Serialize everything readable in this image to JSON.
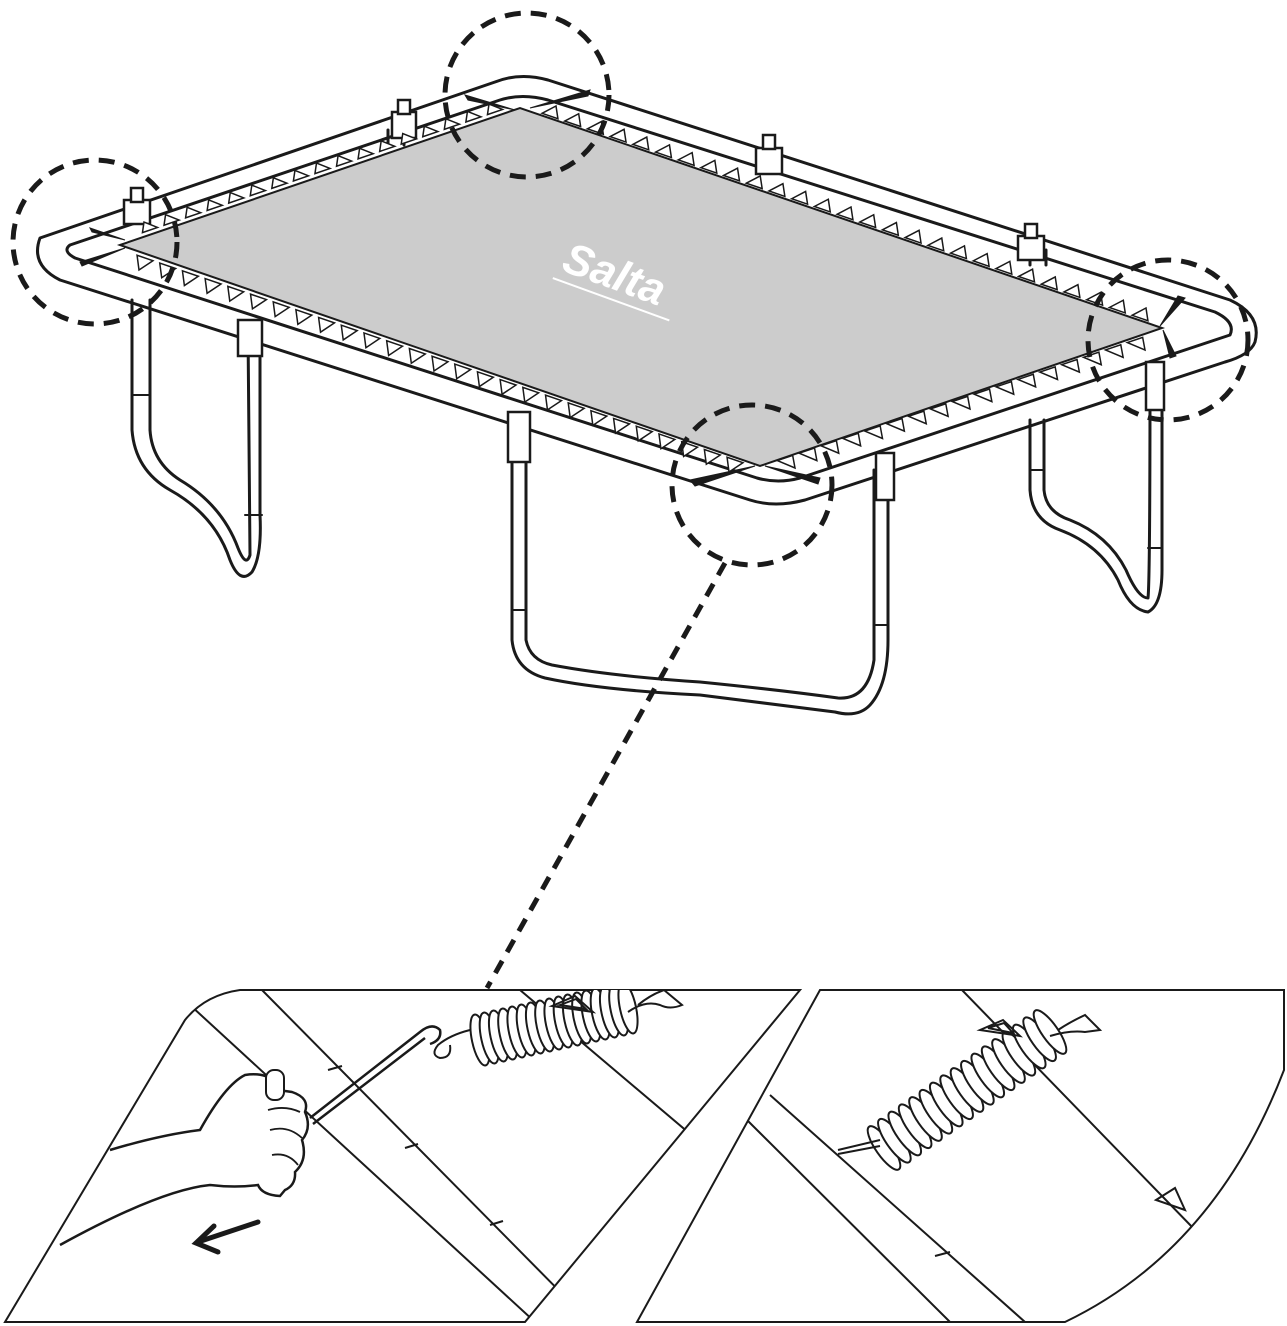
{
  "mat": {
    "brand": "Salta",
    "mat_color": "#cccccc",
    "brand_color": "#ffffff"
  },
  "colors": {
    "line": "#1a1a1a",
    "background": "#ffffff"
  },
  "callouts": {
    "corner_count": 4,
    "style": "dashed-circle"
  },
  "detail_panels": [
    {
      "name": "step-pull-spring",
      "shows": "hand-tool-arrow"
    },
    {
      "name": "step-spring-attached"
    }
  ]
}
